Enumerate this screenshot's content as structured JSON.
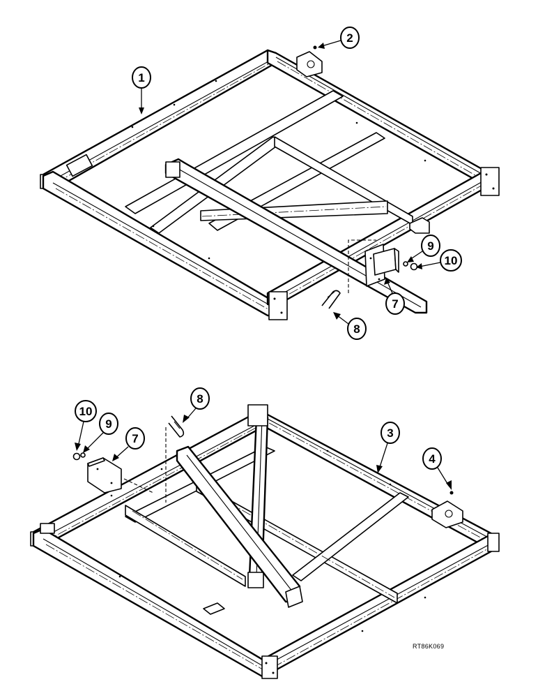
{
  "figure": {
    "reference_code": "RT86K069"
  },
  "upper_assembly": {
    "callouts": [
      {
        "id": "callout-1",
        "label": "1"
      },
      {
        "id": "callout-2",
        "label": "2"
      },
      {
        "id": "callout-7",
        "label": "7"
      },
      {
        "id": "callout-8",
        "label": "8"
      },
      {
        "id": "callout-9",
        "label": "9"
      },
      {
        "id": "callout-10",
        "label": "10"
      }
    ]
  },
  "lower_assembly": {
    "callouts": [
      {
        "id": "callout-3",
        "label": "3"
      },
      {
        "id": "callout-4",
        "label": "4"
      },
      {
        "id": "callout-7",
        "label": "7"
      },
      {
        "id": "callout-8",
        "label": "8"
      },
      {
        "id": "callout-9",
        "label": "9"
      },
      {
        "id": "callout-10",
        "label": "10"
      }
    ]
  }
}
